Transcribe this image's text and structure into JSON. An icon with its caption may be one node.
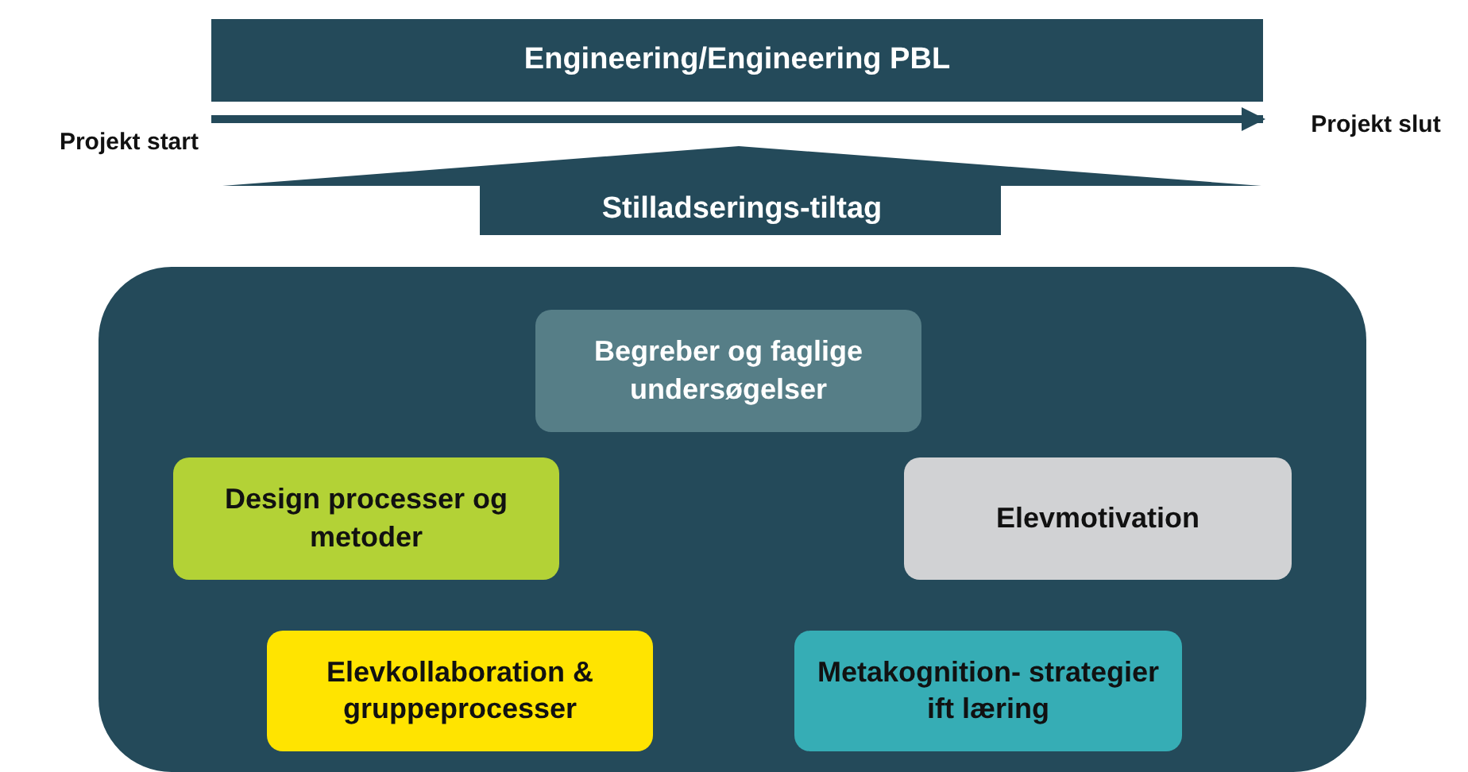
{
  "diagram": {
    "nodes": [
      {
        "text": [
          "Engineering/Engineering PBL"
        ]
      },
      {
        "text": [
          "Projekt start"
        ]
      },
      {
        "text": [
          "Projekt slut"
        ]
      },
      {
        "text": [
          "Stilladserings-tiltag"
        ]
      },
      {
        "text": [],
        "shape": "box"
      },
      {
        "text": [
          "Begreber og faglige undersøgelser"
        ],
        "in": 4
      },
      {
        "text": [
          "Design processer og metoder"
        ],
        "in": 4
      },
      {
        "text": [
          "Elevmotivation"
        ],
        "in": 4
      },
      {
        "text": [
          "Elevkollaboration & gruppeprocesser"
        ],
        "in": 4
      },
      {
        "text": [
          "Metakognition- strategier ift læring"
        ],
        "in": 4
      }
    ],
    "edges": [
      {
        "from": 1,
        "to": 2,
        "arrow": "to"
      }
    ]
  }
}
